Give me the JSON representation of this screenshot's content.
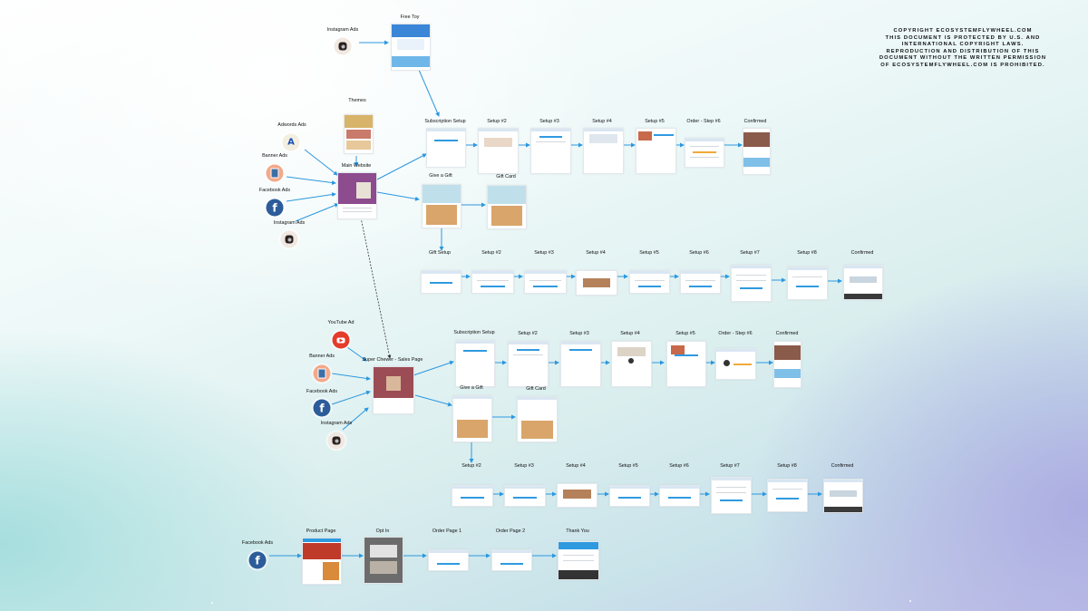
{
  "copyright": {
    "lines": [
      "COPYRIGHT ECOSYSTEMFLYWHEEL.COM",
      "THIS DOCUMENT IS PROTECTED BY U.S. AND",
      "INTERNATIONAL COPYRIGHT LAWS.",
      "REPRODUCTION AND DISTRIBUTION OF THIS",
      "DOCUMENT WITHOUT THE WRITTEN PERMISSION",
      "OF ECOSYSTEMFLYWHEEL.COM IS PROHIBITED."
    ]
  },
  "sources": {
    "instagram_top": "Instagram Ads",
    "adwords": "Adwords Ads",
    "banner_1": "Banner Ads",
    "facebook_1": "Facebook Ads",
    "instagram_1": "Instagram Ads",
    "youtube": "YouTube Ad",
    "banner_2": "Banner Ads",
    "facebook_2": "Facebook Ads",
    "instagram_2": "Instagram Ads",
    "facebook_3": "Facebook Ads"
  },
  "pages": {
    "free_toy": "Free Toy",
    "themes": "Themes",
    "main_website": "Main Website",
    "sub_setup_1": "Subscription Setup",
    "setup2_1": "Setup #2",
    "setup3_1": "Setup #3",
    "setup4_1": "Setup #4",
    "setup5_1": "Setup #5",
    "order6_1": "Order - Step #6",
    "confirmed_1": "Confirmed",
    "give_gift_1": "Give a Gift",
    "gift_card_1": "Gift Card",
    "gift_setup": "Gift Setup",
    "g_setup2": "Setup #2",
    "g_setup3": "Setup #3",
    "g_setup4": "Setup #4",
    "g_setup5": "Setup #5",
    "g_setup6": "Setup #6",
    "g_setup7": "Setup #7",
    "g_setup8": "Setup #8",
    "g_confirmed": "Confirmed",
    "sales_page": "Super Chewer - Sales Page",
    "sub_setup_2": "Subscription Setup",
    "setup2_2": "Setup #2",
    "setup3_2": "Setup #3",
    "setup4_2": "Setup #4",
    "setup5_2": "Setup #5",
    "order6_2": "Order - Step #6",
    "confirmed_2": "Confirmed",
    "give_gift_2": "Give a Gift",
    "gift_card_2": "Gift Card",
    "h_setup2": "Setup #2",
    "h_setup3": "Setup #3",
    "h_setup4": "Setup #4",
    "h_setup5": "Setup #5",
    "h_setup6": "Setup #6",
    "h_setup7": "Setup #7",
    "h_setup8": "Setup #8",
    "h_confirmed": "Confirmed",
    "product_page": "Product Page",
    "opt_in": "Opt In",
    "order_page_1": "Order Page 1",
    "order_page_2": "Order Page 2",
    "thank_you": "Thank You"
  }
}
